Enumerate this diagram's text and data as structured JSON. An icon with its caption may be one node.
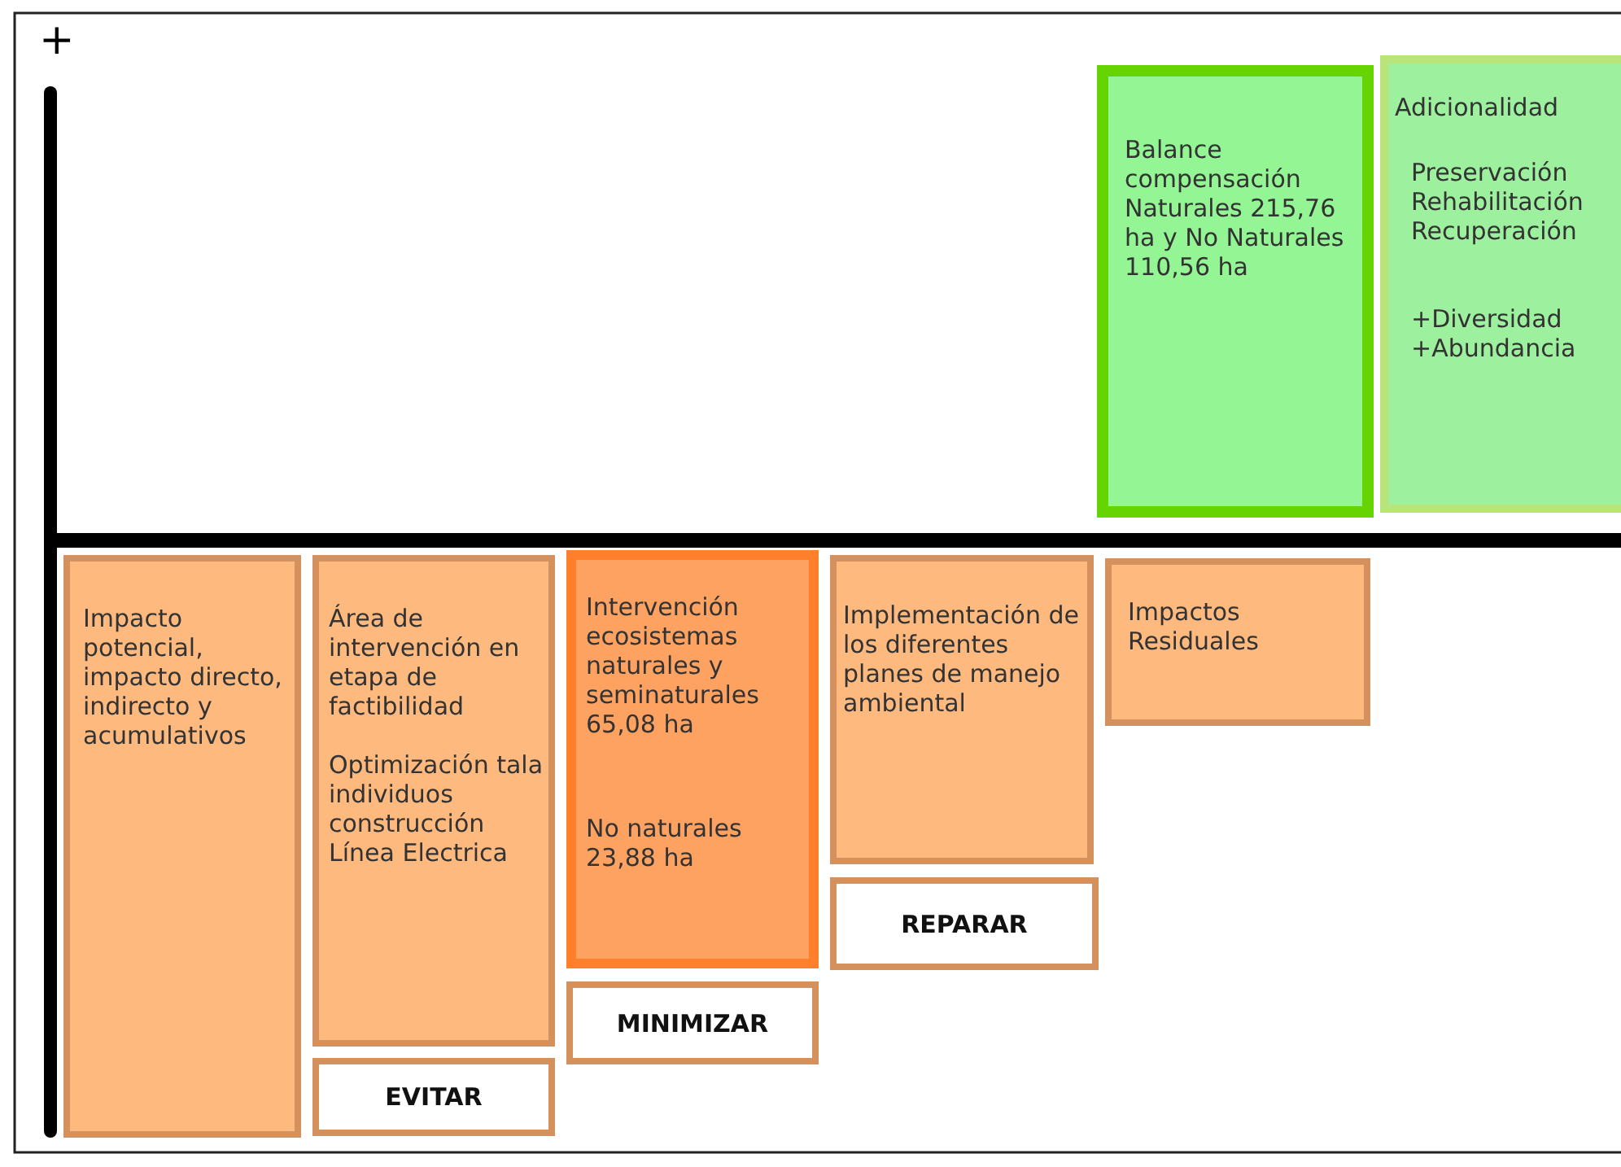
{
  "diagram": {
    "nodes": [
      {
        "text": [
          "Balance compensación Naturales 215,76 ha y No Naturales 110,56 ha"
        ]
      },
      {
        "text": [
          "Adicionalidad",
          "Preservación Rehabilitación Recuperación",
          "+Diversidad +Abundancia"
        ]
      },
      {
        "text": [
          "Impacto potencial, impacto directo, indirecto y acumulativos"
        ]
      },
      {
        "text": [
          "Área de intervención en etapa de factibilidad",
          "Optimización tala individuos construcción Línea Electrica"
        ]
      },
      {
        "text": [
          "Intervención ecosistemas naturales y seminaturales 65,08 ha",
          "No naturales 23,88 ha"
        ]
      },
      {
        "text": [
          "Implementación de los diferentes planes de manejo ambiental"
        ]
      },
      {
        "text": [
          "Impactos Residuales"
        ]
      },
      {
        "text": [
          "EVITAR"
        ]
      },
      {
        "text": [
          "MINIMIZAR"
        ]
      },
      {
        "text": [
          "REPARAR"
        ]
      }
    ],
    "labels": [
      "+"
    ]
  }
}
